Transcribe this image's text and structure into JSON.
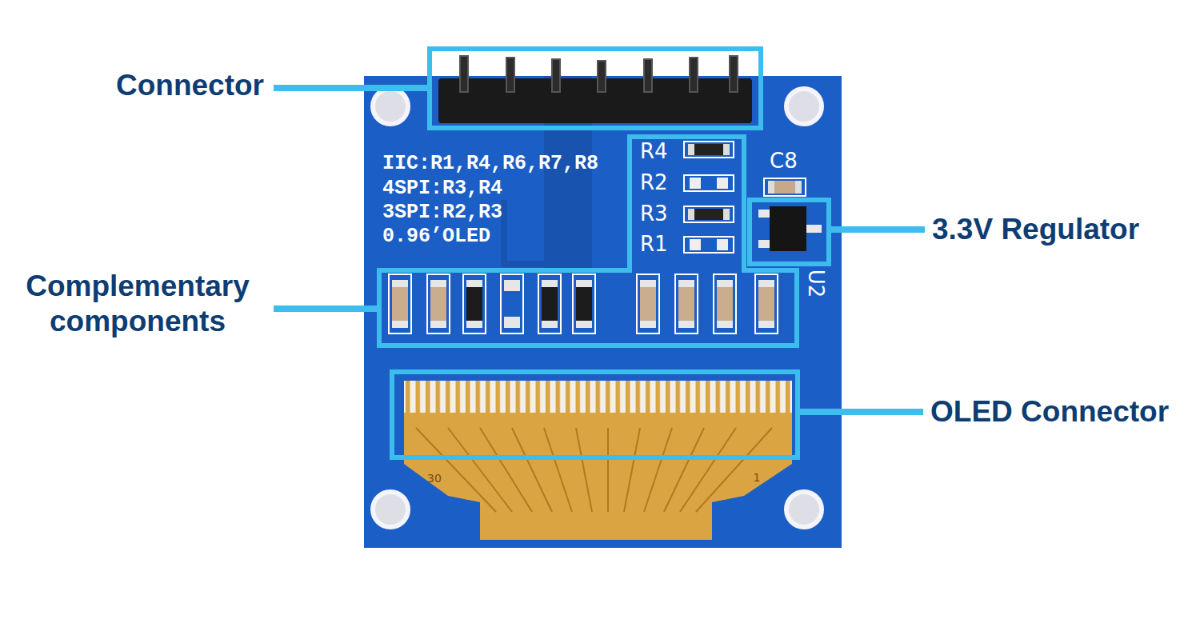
{
  "diagram": {
    "labels": [
      "Connector",
      "IIC:R1,R4,R6,R7,R8",
      "4SPI:R3,R4",
      "3SPI:R2,R3",
      "0.96’OLED",
      "R4",
      "C8",
      "R2",
      "R3",
      "R1",
      "3.3V Regulator",
      "Complementary components",
      "U2",
      "30",
      "1",
      "OLED Connector"
    ]
  }
}
